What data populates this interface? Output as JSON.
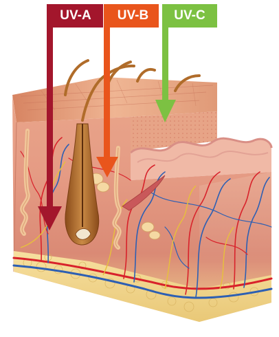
{
  "labels": {
    "uva": "UV-A",
    "uvb": "UV-B",
    "uvc": "UV-C"
  },
  "colors": {
    "uva": "#a3162c",
    "uvb": "#e9551c",
    "uvc": "#7cc142",
    "epidermis": "#e8a982",
    "dermis": "#d98a72",
    "fat": "#f3d891",
    "artery": "#d8222b",
    "vein": "#2d5fb3",
    "nerve": "#e7c13a",
    "hair": "#b06c2a"
  },
  "icons": [
    "arrow-down-icon"
  ]
}
